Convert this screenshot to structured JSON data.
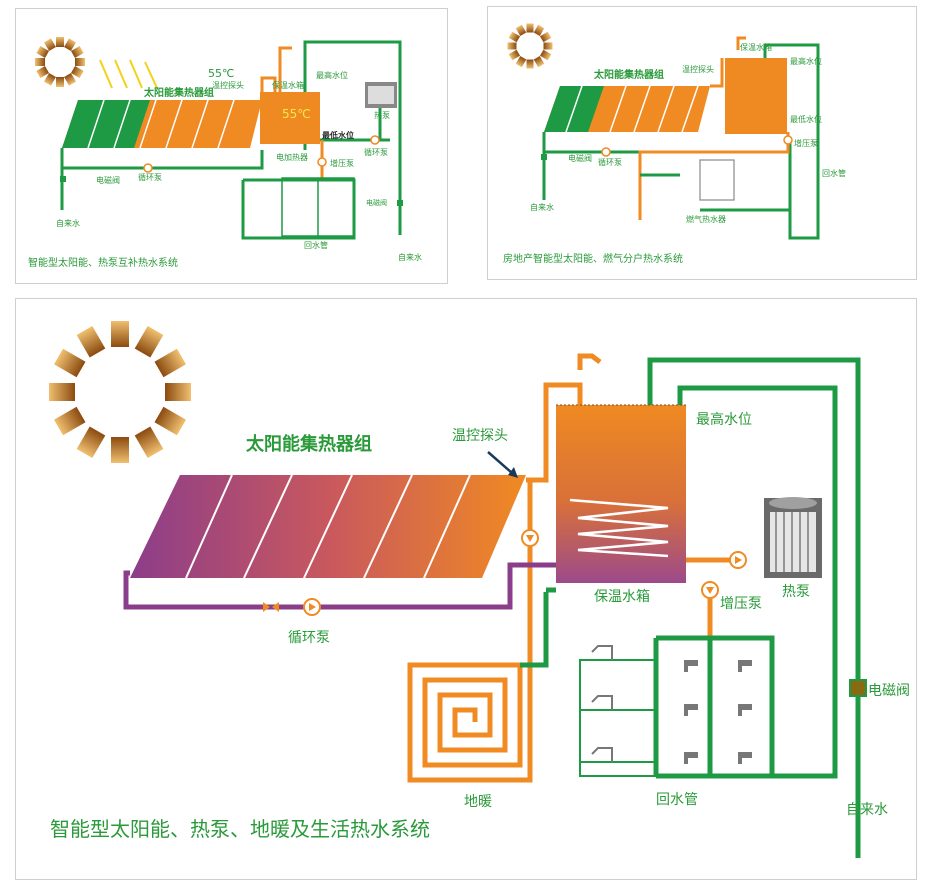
{
  "colors": {
    "green": "#1e9a45",
    "orange": "#f08a1e",
    "purple": "#8a3e8a",
    "tank_top": "#ef8a22",
    "tank_bottom": "#9c4a8a",
    "text_green": "#2a9a3a",
    "text_dark": "#2b2b2b"
  },
  "panel1": {
    "temp_label": "55℃",
    "tank_temp": "55℃",
    "collector_label": "太阳能集热器组",
    "probe_label": "温控探头",
    "tank_label": "保温水箱",
    "max_level": "最高水位",
    "min_level": "最低水位",
    "heat_pump": "热泵",
    "electric_heater": "电加热器",
    "booster_pump": "增压泵",
    "circ_pump_right": "循环泵",
    "circ_pump": "循环泵",
    "solenoid_left": "电磁阀",
    "solenoid_right": "电磁阀",
    "tap_water_left": "自来水",
    "tap_water_right": "自来水",
    "return_pipe": "回水管",
    "caption": "智能型太阳能、热泵互补热水系统"
  },
  "panel2": {
    "collector_label": "太阳能集热器组",
    "probe_label": "温控探头",
    "tank_label": "保温水箱",
    "max_level": "最高水位",
    "min_level": "最低水位",
    "booster_pump": "增压泵",
    "circ_pump": "循环泵",
    "solenoid": "电磁阀",
    "tap_water": "自来水",
    "return_pipe": "回水管",
    "gas_heater": "燃气热水器",
    "caption": "房地产智能型太阳能、燃气分户热水系统"
  },
  "panel3": {
    "collector_label": "太阳能集热器组",
    "probe_label": "温控探头",
    "max_level": "最高水位",
    "tank_label": "保温水箱",
    "heat_pump": "热泵",
    "booster_pump": "增压泵",
    "circ_pump": "循环泵",
    "solenoid": "电磁阀",
    "floor_heating": "地暖",
    "return_pipe": "回水管",
    "tap_water": "自来水",
    "caption": "智能型太阳能、热泵、地暖及生活热水系统"
  }
}
